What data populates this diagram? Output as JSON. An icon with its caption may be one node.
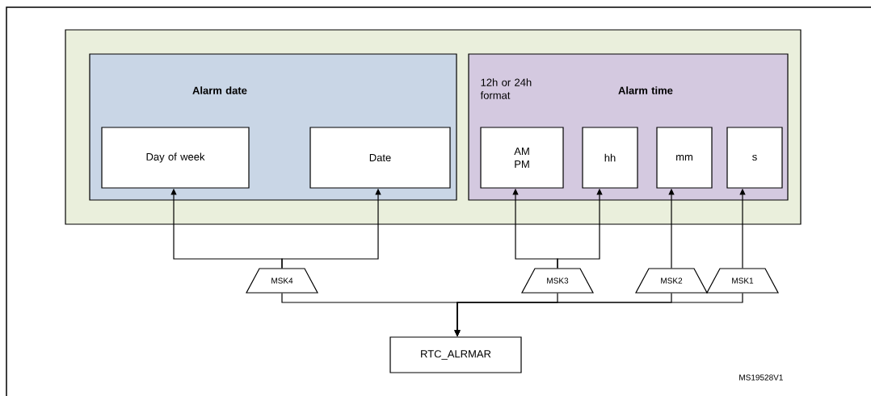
{
  "diagram": {
    "nodes": [
      {
        "text": [],
        "shape": "box"
      },
      {
        "text": [
          "Alarm date"
        ],
        "in": 0
      },
      {
        "text": [
          "12h or 24h format",
          "Alarm time"
        ],
        "in": 0
      },
      {
        "text": [
          "Day of week"
        ],
        "in": 1
      },
      {
        "text": [
          "Date"
        ],
        "in": 1
      },
      {
        "text": [
          "AM PM"
        ],
        "in": 2
      },
      {
        "text": [
          "hh"
        ],
        "in": 2
      },
      {
        "text": [
          "mm"
        ],
        "in": 2
      },
      {
        "text": [
          "s"
        ],
        "in": 2
      },
      {
        "text": [
          "MSK4"
        ]
      },
      {
        "text": [
          "MSK3"
        ]
      },
      {
        "text": [
          "MSK2"
        ]
      },
      {
        "text": [
          "MSK1"
        ]
      },
      {
        "text": [
          "RTC_ALRMAR"
        ]
      }
    ],
    "edges": [
      {
        "from": 9,
        "to": 3,
        "arrow": "to"
      },
      {
        "from": 9,
        "to": 4,
        "arrow": "to"
      },
      {
        "from": 10,
        "to": 5,
        "arrow": "to"
      },
      {
        "from": 10,
        "to": 6,
        "arrow": "to"
      },
      {
        "from": 11,
        "to": 7,
        "arrow": "to"
      },
      {
        "from": 12,
        "to": 8,
        "arrow": "to"
      },
      {
        "from": 9,
        "to": 13,
        "arrow": "to"
      },
      {
        "from": 10,
        "to": 13,
        "arrow": "to"
      },
      {
        "from": 11,
        "to": 13,
        "arrow": "to"
      },
      {
        "from": 12,
        "to": 13,
        "arrow": "to"
      }
    ],
    "labels": [
      "MS19528V1"
    ]
  }
}
